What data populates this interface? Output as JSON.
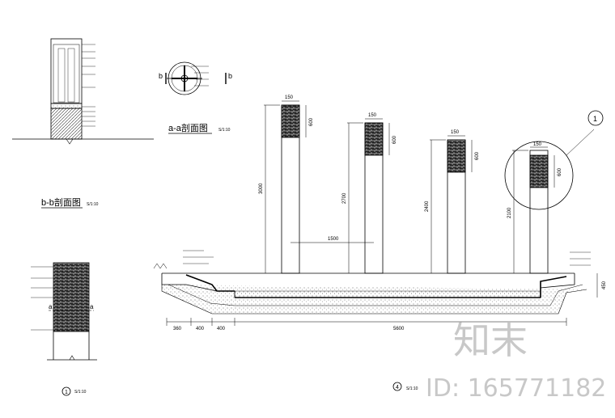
{
  "titles": {
    "bb_section": "b-b剖面图",
    "aa_section": "a-a剖面图",
    "detail_one": "1",
    "detail_four": "4",
    "scale_text": "S/1:10"
  },
  "cut_marks": {
    "a": "a",
    "b": "b"
  },
  "dimensions": {
    "col_width": "150",
    "h1": "3000",
    "h2": "2700",
    "h3": "2400",
    "h4": "2100",
    "band": "600",
    "span": "1500",
    "base_360": "360",
    "base_400a": "400",
    "base_400b": "400",
    "base_total": "5600",
    "right_450": "450"
  },
  "watermark": {
    "brand": "知末",
    "id_text": "ID: 165771182"
  },
  "colors": {
    "line": "#000000",
    "hatch": "#333333",
    "watermark": "#c8c8c8"
  }
}
